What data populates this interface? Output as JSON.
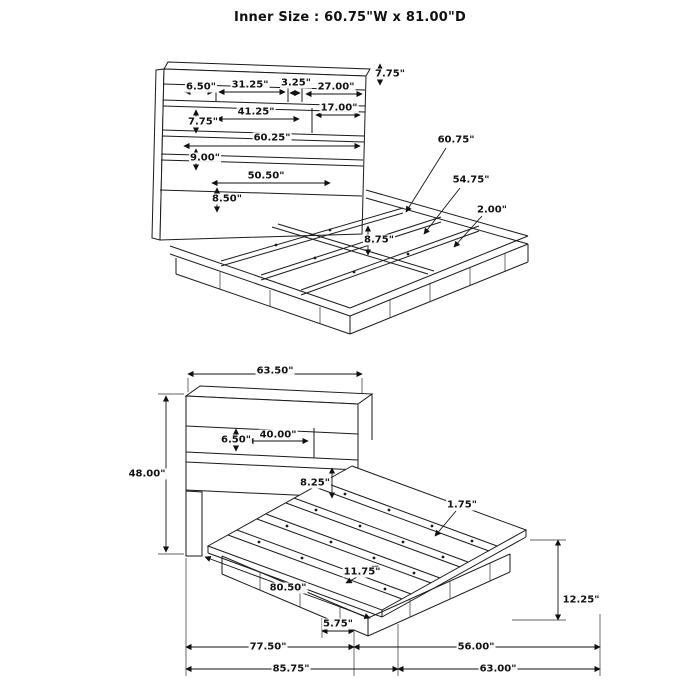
{
  "title": "Inner Size : 60.75\"W x 81.00\"D",
  "top_view": {
    "labels": [
      "7.75\"",
      "6.50\"",
      "31.25\"",
      "3.25\"",
      "27.00\"",
      "41.25\"",
      "17.00\"",
      "7.75\"",
      "60.25\"",
      "9.00\"",
      "50.50\"",
      "8.50\"",
      "60.75\"",
      "54.75\"",
      "2.00\"",
      "8.75\""
    ]
  },
  "bottom_view": {
    "labels": [
      "63.50\"",
      "48.00\"",
      "6.50\"",
      "40.00\"",
      "8.25\"",
      "1.75\"",
      "80.50\"",
      "11.75\"",
      "12.25\"",
      "5.75\"",
      "77.50\"",
      "56.00\"",
      "85.75\"",
      "63.00\""
    ]
  }
}
